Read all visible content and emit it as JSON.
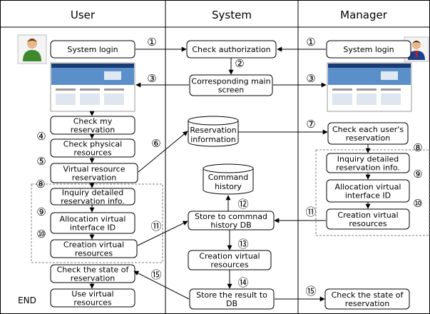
{
  "columns": {
    "user": "User",
    "system": "System",
    "manager": "Manager"
  },
  "boxes": {
    "user_login": "System login",
    "check_auth": "Check authorization",
    "main_screen": [
      "Corresponding main",
      "screen"
    ],
    "manager_login": "System login",
    "check_my_res": [
      "Check my",
      "reservation"
    ],
    "check_phys": [
      "Check physical",
      "resources"
    ],
    "virt_res": [
      "Virtual resource",
      "reservation"
    ],
    "u_inquiry": [
      "Inquiry detailed",
      "reservation info."
    ],
    "u_alloc": [
      "Allocation virtual",
      "interface ID"
    ],
    "u_creation": [
      "Creation virtual",
      "resources"
    ],
    "u_check_state": [
      "Check the state of",
      "reservation"
    ],
    "u_use": [
      "Use virtual",
      "resources"
    ],
    "store_cmd": [
      "Store to commnad",
      "history DB"
    ],
    "s_creation": [
      "Creation virtual",
      "resources"
    ],
    "store_result": [
      "Store the result to",
      "DB"
    ],
    "m_check_each": [
      "Check each user's",
      "reservation"
    ],
    "m_inquiry": [
      "Inquiry detailed",
      "reservation info."
    ],
    "m_alloc": [
      "Allocation virtual",
      "interface ID"
    ],
    "m_creation": [
      "Creation virtual",
      "resources"
    ],
    "m_check_state": [
      "Check the state of",
      "reservation"
    ]
  },
  "databases": {
    "reservation": [
      "Reservation",
      "information"
    ],
    "command": [
      "Command",
      "history"
    ]
  },
  "end_label": "END",
  "steps": {
    "u1": "①",
    "m1": "①",
    "s2": "②",
    "u3": "③",
    "m3": "③",
    "u4": "④",
    "u5": "⑤",
    "u6": "⑥",
    "m7": "⑦",
    "u8": "⑧",
    "m8": "⑧",
    "u9": "⑨",
    "m9": "⑨",
    "u10": "⑩",
    "m10": "⑩",
    "u11": "⑪",
    "m11": "⑪",
    "s12": "⑫",
    "s13": "⑬",
    "s14": "⑭",
    "u15": "⑮",
    "m15": "⑮"
  },
  "icons": {
    "user_avatar": "user-person-icon",
    "manager_avatar": "manager-person-icon"
  },
  "colors": {
    "border": "#000000",
    "dashed": "#808080",
    "screenshot_header": "#1a3c75",
    "screenshot_banner": "#5b8fc9"
  }
}
